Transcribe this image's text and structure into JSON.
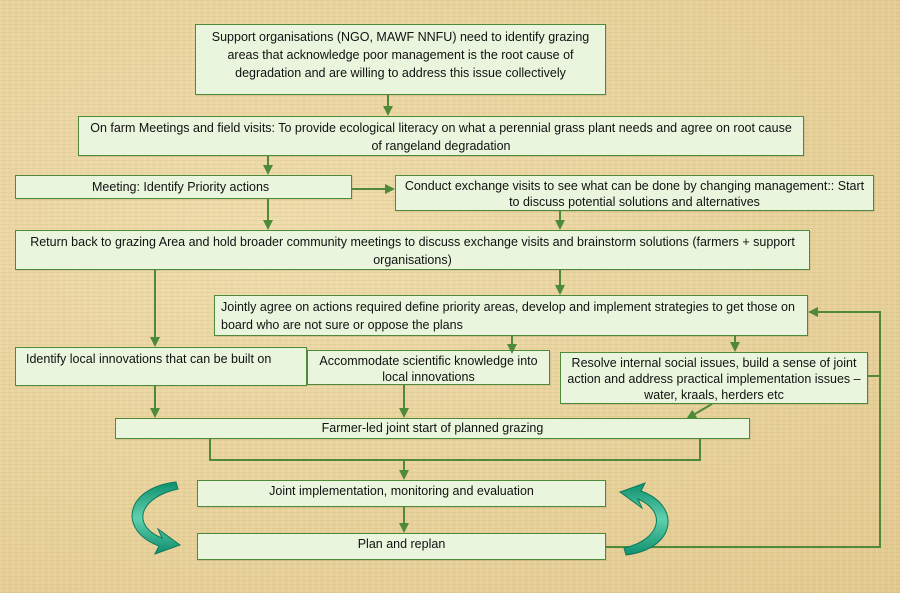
{
  "boxes": {
    "b1": "Support organisations (NGO, MAWF NNFU) need to identify grazing areas that acknowledge poor management is the root cause of degradation and are willing to address this issue collectively",
    "b2": "On farm Meetings and field visits: To provide ecological literacy on what a perennial grass plant needs and agree on root cause of rangeland degradation",
    "b3": "Meeting: Identify  Priority actions",
    "b4": "Conduct exchange visits to see what can be done by changing management:: Start to discuss potential solutions and alternatives",
    "b5": "Return back to grazing Area and hold broader community  meetings to discuss exchange visits and brainstorm solutions (farmers + support organisations)",
    "b6": "Jointly  agree on actions required define priority areas, develop and implement strategies to get those on board who are not sure or oppose the plans",
    "b7": "Identify  local innovations that can be built on",
    "b8": "Accommodate scientific knowledge into local innovations",
    "b9": "Resolve internal social issues, build a sense of joint action and address practical implementation issues –water, kraals, herders etc",
    "b10": "Farmer-led joint start of planned grazing",
    "b11": "Joint implementation, monitoring and evaluation",
    "b12": "Plan and replan"
  },
  "colors": {
    "box_fill": "#e9f5dd",
    "border": "#4e8a3a",
    "arrow": "#4e8a3a",
    "cycle_arrow": "#1fa184"
  }
}
